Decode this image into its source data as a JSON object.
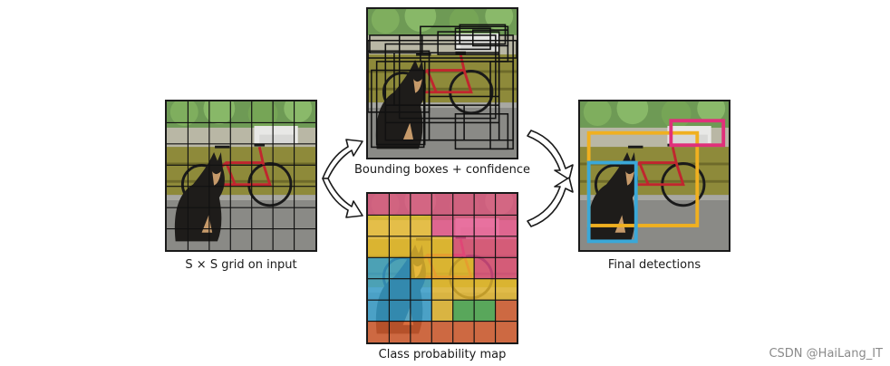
{
  "captions": {
    "grid_input": "S × S grid on input",
    "bounding_boxes": "Bounding boxes + confidence",
    "class_map": "Class probability map",
    "final": "Final detections"
  },
  "grid": {
    "size": 7,
    "line_color": "#111111"
  },
  "class_map": {
    "rows": [
      [
        "#e8508a",
        "#e8508a",
        "#e8508a",
        "#e8508a",
        "#e8508a",
        "#e8508a",
        "#e8508a"
      ],
      [
        "#f0c030",
        "#f0c030",
        "#f0c030",
        "#e8508a",
        "#e8508a",
        "#e8508a",
        "#e8508a"
      ],
      [
        "#f0c030",
        "#f0c030",
        "#f0c030",
        "#f0c030",
        "#e8508a",
        "#e8508a",
        "#e8508a"
      ],
      [
        "#3aa8d8",
        "#3aa8d8",
        "#f0c030",
        "#f0c030",
        "#f0c030",
        "#e8508a",
        "#e8508a"
      ],
      [
        "#3aa8d8",
        "#3aa8d8",
        "#3aa8d8",
        "#f0c030",
        "#f0c030",
        "#f0c030",
        "#f0c030"
      ],
      [
        "#3aa8d8",
        "#3aa8d8",
        "#3aa8d8",
        "#f0c030",
        "#4caf50",
        "#4caf50",
        "#e06030"
      ],
      [
        "#e06030",
        "#e06030",
        "#e06030",
        "#e06030",
        "#e06030",
        "#e06030",
        "#e06030"
      ]
    ]
  },
  "detections": {
    "colors": {
      "dog": "#3aa8d8",
      "bicycle": "#f0b020",
      "car": "#e0307a"
    }
  },
  "watermark": "CSDN @HaiLang_IT"
}
